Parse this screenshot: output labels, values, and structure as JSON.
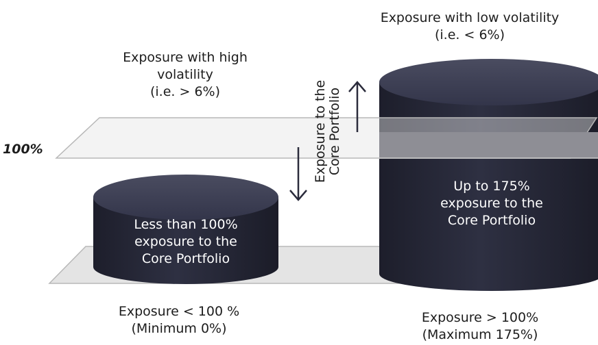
{
  "reference_level": "100%",
  "high_volatility": {
    "heading": [
      "Exposure with high",
      "volatility",
      "(i.e. > 6%)"
    ],
    "cylinder_text": [
      "Less than 100%",
      "exposure to the",
      "Core Portfolio"
    ],
    "caption": [
      "Exposure < 100 %",
      "(Minimum 0%)"
    ]
  },
  "low_volatility": {
    "heading": [
      "Exposure with low volatility",
      "(i.e. < 6%)"
    ],
    "cylinder_text": [
      "Up to 175%",
      "exposure to the",
      "Core Portfolio"
    ],
    "caption": [
      "Exposure > 100%",
      "(Maximum 175%)"
    ]
  },
  "arrow_label": [
    "Exposure to the",
    "Core Portfolio"
  ],
  "colors": {
    "cylinder_body": "#2a2b3b",
    "cylinder_top": "#3a3c4e",
    "plane": "#e4e4e4",
    "plane_edge": "#b8b8b8"
  }
}
